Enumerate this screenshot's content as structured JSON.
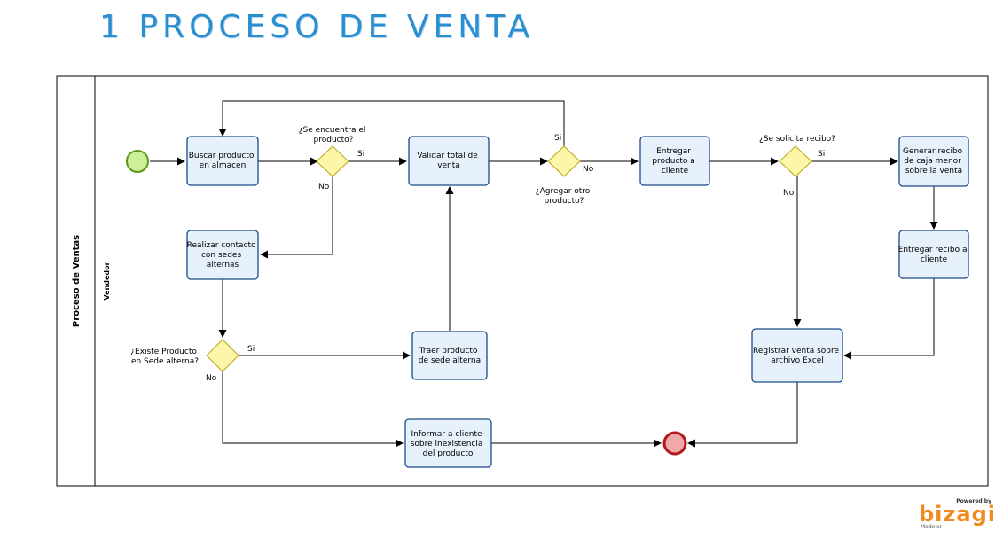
{
  "title": "1  PROCESO DE VENTA",
  "pool": {
    "name": "Proceso de Ventas",
    "lane": "Vendedor"
  },
  "tasks": {
    "buscar": [
      "Buscar producto",
      "en almacen"
    ],
    "validar": [
      "Validar total de",
      "venta"
    ],
    "entregar_producto": [
      "Entregar",
      "producto a",
      "cliente"
    ],
    "generar_recibo": [
      "Generar recibo",
      "de caja menor",
      "sobre la venta"
    ],
    "realizar_contacto": [
      "Realizar contacto",
      "con sedes",
      "alternas"
    ],
    "entregar_recibo": [
      "Entregar recibo a",
      "cliente"
    ],
    "traer": [
      "Traer producto",
      "de sede alterna"
    ],
    "registrar": [
      "Registrar venta sobre",
      "archivo Excel"
    ],
    "informar": [
      "Informar a cliente",
      "sobre inexistencia",
      "del producto"
    ]
  },
  "gateways": {
    "encuentra": [
      "¿Se encuentra el",
      "producto?"
    ],
    "agregar": [
      "¿Agregar otro",
      "producto?"
    ],
    "recibo": [
      "¿Se solicita recibo?"
    ],
    "existe": [
      "¿Existe Producto",
      "en Sede alterna?"
    ]
  },
  "flow_labels": {
    "si": "Si",
    "no": "No"
  },
  "branding": {
    "powered": "Powered by",
    "name": "bizagi",
    "product": "Modeler"
  },
  "colors": {
    "title": "#2a8fd1",
    "task_fill": "#e6f1fb",
    "task_stroke": "#1a4a8a",
    "gateway_fill": "#fbf6a8",
    "gateway_stroke": "#b8a817",
    "start_fill": "#cdef9a",
    "start_stroke": "#5a9a1a",
    "end_fill": "#f0a8a8",
    "end_stroke": "#b01a1a",
    "brand": "#f08a1c"
  }
}
